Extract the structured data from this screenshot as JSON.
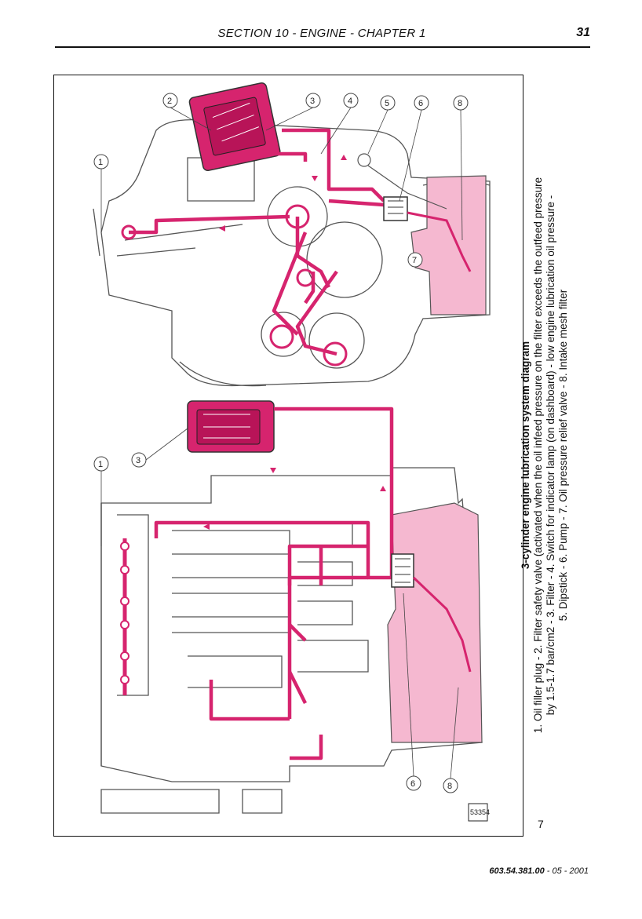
{
  "header": {
    "title": "SECTION 10 - ENGINE - CHAPTER 1",
    "page_number": "31"
  },
  "figure": {
    "number": "7",
    "stamp": "53354",
    "caption": {
      "title": "3-cylinder engine lubrication system diagram",
      "line1": "1. Oil filler plug - 2. Filter safety valve (activated  when the oil infeed pressure on the filter exceeds the outfeed pressure",
      "line2": "by 1.5-1.7 bar/cm2 - 3. Filter - 4. Switch for indicator lamp (on dashboard) - low engine lubrication oil pressure -",
      "line3": "5. Dipstick - 6. Pump - 7. Oil pressure relief valve - 8. Intake mesh filter"
    },
    "callouts": {
      "c1": "1",
      "c2": "2",
      "c3": "3",
      "c4": "4",
      "c5": "5",
      "c6": "6",
      "c7": "7",
      "c8": "8",
      "c1b": "1",
      "c3b": "3",
      "c6b": "6",
      "c8b": "8"
    }
  },
  "footer": {
    "code": "603.54.381.00",
    "date": "- 05 - 2001"
  },
  "colors": {
    "oil_line": "#d6246e",
    "oil_sump": "#f5b8d0",
    "ink": "#555555"
  }
}
